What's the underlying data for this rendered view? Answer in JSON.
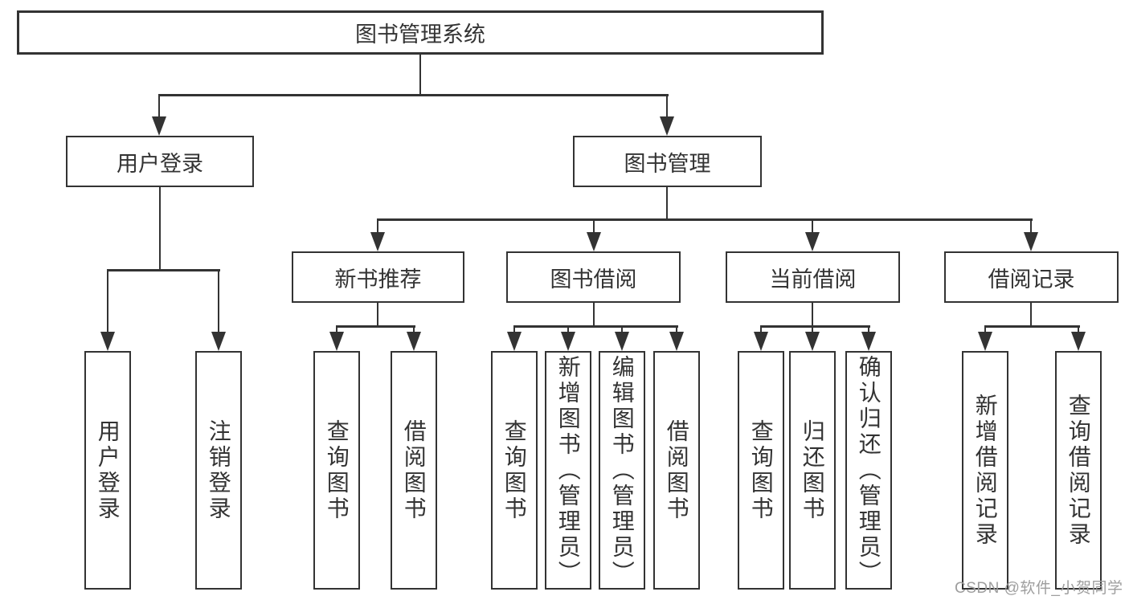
{
  "diagram": {
    "root": {
      "label": "图书管理系统"
    },
    "level1": [
      {
        "id": "user-login",
        "label": "用户登录"
      },
      {
        "id": "book-management",
        "label": "图书管理"
      }
    ],
    "level2": [
      {
        "id": "new-book-recommend",
        "label": "新书推荐"
      },
      {
        "id": "book-borrow",
        "label": "图书借阅"
      },
      {
        "id": "current-borrow",
        "label": "当前借阅"
      },
      {
        "id": "borrow-records",
        "label": "借阅记录"
      }
    ],
    "leaves": [
      {
        "label": "用户登录"
      },
      {
        "label": "注销登录"
      },
      {
        "label": "查询图书"
      },
      {
        "label": "借阅图书"
      },
      {
        "label": "查询图书"
      },
      {
        "label": "新增图书（管理员）"
      },
      {
        "label": "编辑图书（管理员）"
      },
      {
        "label": "借阅图书"
      },
      {
        "label": "查询图书"
      },
      {
        "label": "归还图书"
      },
      {
        "label": "确认归还（管理员）"
      },
      {
        "label": "新增借阅记录"
      },
      {
        "label": "查询借阅记录"
      }
    ]
  },
  "watermark": {
    "text": "CSDN @软件_小贺同学"
  },
  "colors": {
    "line": "#333333",
    "text": "#333333",
    "watermark": "#9e9e9e",
    "background": "#ffffff"
  }
}
